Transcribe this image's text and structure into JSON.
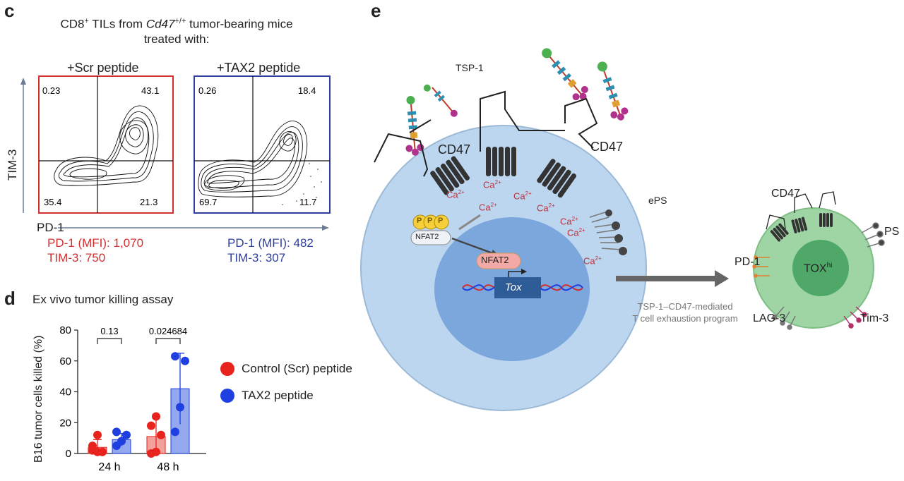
{
  "panel_c": {
    "letter": "c",
    "title_part1": "CD8",
    "title_sup1": "+",
    "title_part2": " TILs from ",
    "title_gene": "Cd47",
    "title_sup2": "+/+",
    "title_part3": " tumor-bearing mice",
    "title_line2": "treated with:",
    "plot_left": {
      "label": "+Scr peptide",
      "q_ul": "0.23",
      "q_ur": "43.1",
      "q_ll": "35.4",
      "q_lr": "21.3",
      "color": "#d32f2f"
    },
    "plot_right": {
      "label": "+TAX2 peptide",
      "q_ul": "0.26",
      "q_ur": "18.4",
      "q_ll": "69.7",
      "q_lr": "11.7",
      "color": "#2f3f9f"
    },
    "y_axis_label": "TIM-3",
    "x_axis_label": "PD-1",
    "mfi_left_line1": "PD-1 (MFI): 1,070",
    "mfi_left_line2": "TIM-3: 750",
    "mfi_right_line1": "PD-1 (MFI): 482",
    "mfi_right_line2": "TIM-3: 307"
  },
  "panel_d": {
    "letter": "d",
    "title": "Ex vivo tumor killing assay",
    "legend": [
      {
        "name": "Control (Scr) peptide",
        "color": "#e8231d"
      },
      {
        "name": "TAX2 peptide",
        "color": "#1f3fe0"
      }
    ],
    "chart_data": {
      "type": "bar",
      "categories": [
        "24 h",
        "48 h"
      ],
      "ylabel": "B16 tumor cells killed (%)",
      "ylim": [
        0,
        80
      ],
      "yticks": [
        "0",
        "20",
        "40",
        "60",
        "80"
      ],
      "series": [
        {
          "name": "Control (Scr) peptide",
          "values": [
            4,
            11
          ],
          "errors": [
            5,
            13
          ],
          "points": [
            [
              2,
              1,
              1,
              5,
              12
            ],
            [
              0,
              1,
              12,
              18,
              24
            ]
          ],
          "color": "#e8231d",
          "fill": "#f4a19b"
        },
        {
          "name": "TAX2 peptide",
          "values": [
            9,
            42
          ],
          "errors": [
            4,
            23
          ],
          "points": [
            [
              5,
              8,
              12,
              14
            ],
            [
              14,
              30,
              60,
              63
            ]
          ],
          "color": "#1f3fe0",
          "fill": "#93a8ee"
        }
      ],
      "pvalues": [
        "0.13",
        "0.024684"
      ]
    }
  },
  "panel_e": {
    "letter": "e",
    "tsp1_label": "TSP-1",
    "cd47_left": "CD47",
    "cd47_right": "CD47",
    "ca_label": "Ca",
    "ca_sup": "2+",
    "p_label": "P",
    "nfat2_label": "NFAT2",
    "nfat2_nucleus_label": "NFAT2",
    "tox_label": "Tox",
    "eps_label": "ePS",
    "arrow_caption_line1": "TSP-1–CD47-mediated",
    "arrow_caption_line2": "T cell exhaustion program",
    "small_cd47": "CD47",
    "ps_label": "PS",
    "pd1_label": "PD-1",
    "tox_hi_main": "TOX",
    "tox_hi_sup": "hi",
    "lag3_label": "LAG-3",
    "tim3_label": "Tim-3",
    "colors": {
      "cell": "#bcd6ef",
      "nucleus": "#7ba7dd",
      "exhausted_cell": "#9fd4a5",
      "exhausted_nucleus": "#4fa868"
    }
  }
}
